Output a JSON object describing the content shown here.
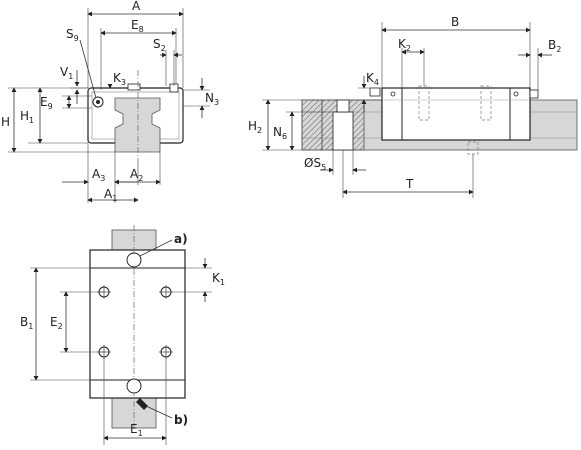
{
  "labels": {
    "A": {
      "main": "A",
      "sub": ""
    },
    "E8": {
      "main": "E",
      "sub": "8"
    },
    "S9": {
      "main": "S",
      "sub": "9"
    },
    "S2": {
      "main": "S",
      "sub": "2"
    },
    "V1": {
      "main": "V",
      "sub": "1"
    },
    "K3": {
      "main": "K",
      "sub": "3"
    },
    "E9": {
      "main": "E",
      "sub": "9"
    },
    "N3": {
      "main": "N",
      "sub": "3"
    },
    "H": {
      "main": "H",
      "sub": ""
    },
    "H1": {
      "main": "H",
      "sub": "1"
    },
    "A3": {
      "main": "A",
      "sub": "3"
    },
    "A2": {
      "main": "A",
      "sub": "2"
    },
    "A1": {
      "main": "A",
      "sub": "1"
    },
    "B": {
      "main": "B",
      "sub": ""
    },
    "K2": {
      "main": "K",
      "sub": "2"
    },
    "B2": {
      "main": "B",
      "sub": "2"
    },
    "K4": {
      "main": "K",
      "sub": "4"
    },
    "H2": {
      "main": "H",
      "sub": "2"
    },
    "N6": {
      "main": "N",
      "sub": "6"
    },
    "S5": {
      "main": "ØS",
      "sub": "5"
    },
    "T": {
      "main": "T",
      "sub": ""
    },
    "K1": {
      "main": "K",
      "sub": "1"
    },
    "B1": {
      "main": "B",
      "sub": "1"
    },
    "E2": {
      "main": "E",
      "sub": "2"
    },
    "E1": {
      "main": "E",
      "sub": "1"
    },
    "a": {
      "main": "a)",
      "sub": ""
    },
    "b": {
      "main": "b)",
      "sub": ""
    }
  }
}
